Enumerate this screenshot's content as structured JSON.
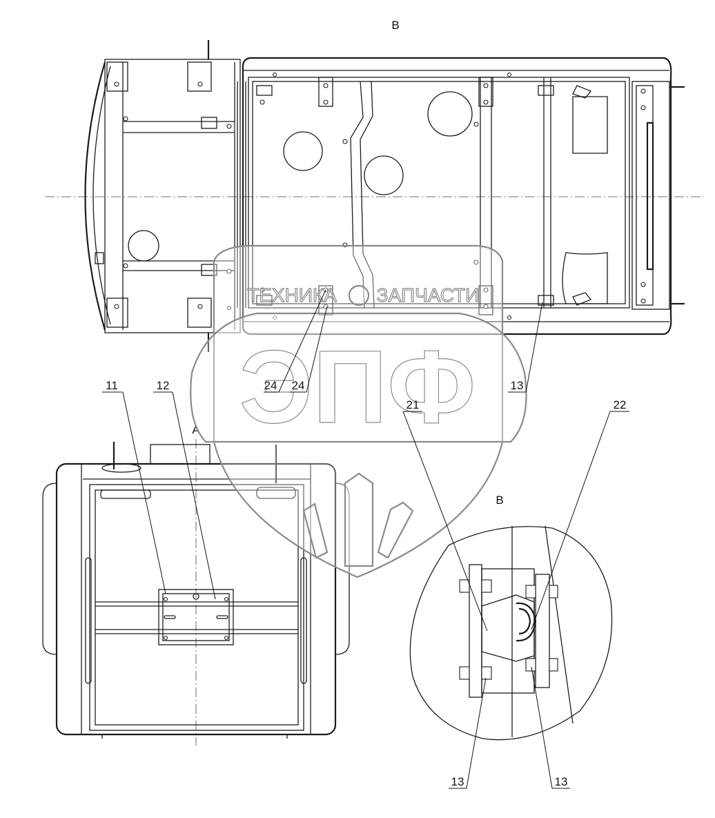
{
  "view_labels": {
    "top_view": "В",
    "front_view": "А",
    "detail_view": "В"
  },
  "part_callouts": [
    {
      "id": "callout-24-a",
      "text": "24"
    },
    {
      "id": "callout-24-b",
      "text": "24"
    },
    {
      "id": "callout-13-top",
      "text": "13"
    },
    {
      "id": "callout-11",
      "text": "11"
    },
    {
      "id": "callout-12",
      "text": "12"
    },
    {
      "id": "callout-21",
      "text": "21"
    },
    {
      "id": "callout-22",
      "text": "22"
    },
    {
      "id": "callout-13-left",
      "text": "13"
    },
    {
      "id": "callout-13-right",
      "text": "13"
    }
  ],
  "watermark": {
    "left_text": "ТЕХНИКА",
    "right_text": "ЗАПЧАСТИ",
    "logo_text": "ЭПФ"
  }
}
